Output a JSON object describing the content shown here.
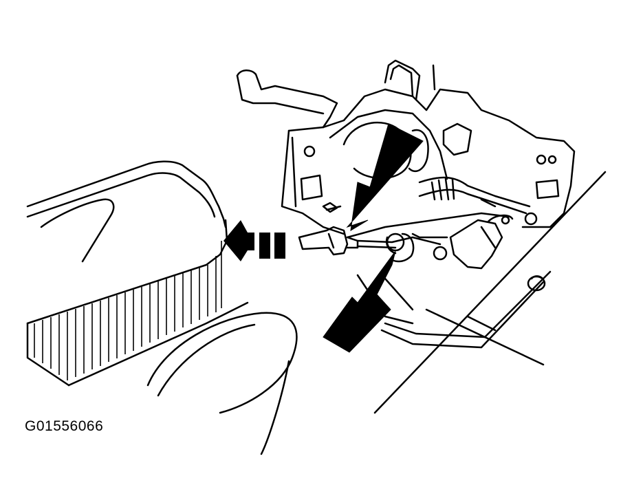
{
  "figure": {
    "id_label": "G01556066"
  },
  "colors": {
    "line": "#000000",
    "background": "#ffffff",
    "arrow_fill": "#000000"
  },
  "arrows": [
    {
      "name": "arrow-upper",
      "direction": "down-left",
      "style": "solid"
    },
    {
      "name": "arrow-lower",
      "direction": "up-right",
      "style": "solid"
    },
    {
      "name": "arrow-left",
      "direction": "left",
      "style": "dashed"
    }
  ]
}
